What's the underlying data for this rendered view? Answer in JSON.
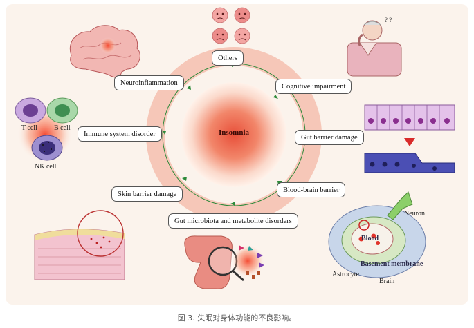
{
  "center": {
    "title": "Insomnia"
  },
  "effects": {
    "others": "Others",
    "cognitive": "Cognitive impairment",
    "gut_barrier": "Gut barrier damage",
    "bbb": "Blood-brain barrier",
    "gut_microbiota": "Gut microbiota and metabolite disorders",
    "skin": "Skin barrier damage",
    "immune": "Immune system disorder",
    "neuroinflammation": "Neuroinflammation"
  },
  "illustrations": {
    "t_cell": "T cell",
    "b_cell": "B cell",
    "nk_cell": "NK cell",
    "neuron": "Neuron",
    "blood": "Blood",
    "basement_membrane": "Basement membrane",
    "astrocyte": "Astrocyte",
    "brain": "Brain",
    "question_marks": "? ?"
  },
  "caption": "图 3. 失眠对身体功能的不良影响。",
  "colors": {
    "panel_bg": "#fbf3ec",
    "ring": "#f6c7b8",
    "core": "#e8503a",
    "cycle_arrow": "#2d8a3a"
  },
  "icons": {
    "brain": "brain-icon",
    "faces": "sad-face-icon",
    "elderly": "elderly-man-icon",
    "cells": "immune-cells-icon",
    "gut": "intestine-icon",
    "skin": "skin-layer-icon",
    "epithelium": "epithelium-icon",
    "bbb": "blood-vessel-icon"
  }
}
